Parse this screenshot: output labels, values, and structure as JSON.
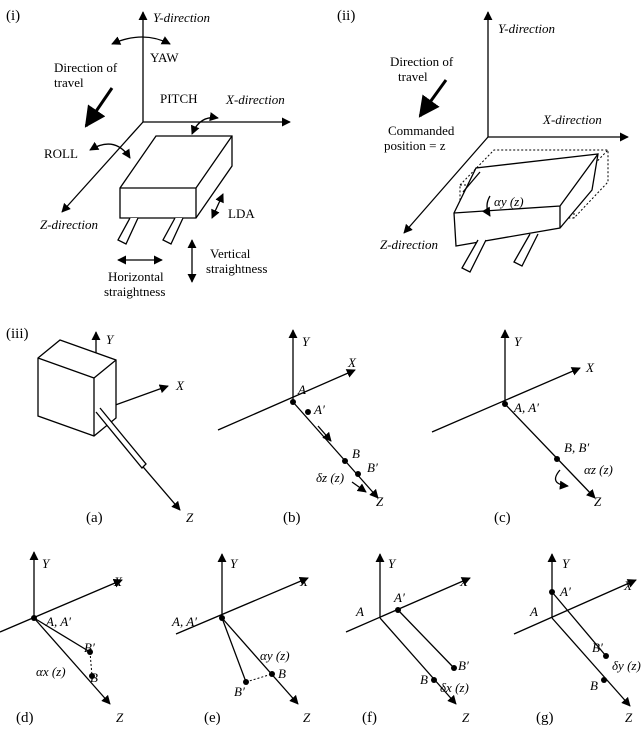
{
  "panel_i": {
    "label": "(i)",
    "y_dir": "Y-direction",
    "yaw": "YAW",
    "travel_1": "Direction of",
    "travel_2": "travel",
    "pitch": "PITCH",
    "x_dir": "X-direction",
    "roll": "ROLL",
    "z_dir": "Z-direction",
    "lda": "LDA",
    "vert_1": "Vertical",
    "vert_2": "straightness",
    "horiz_1": "Horizontal",
    "horiz_2": "straightness"
  },
  "panel_ii": {
    "label": "(ii)",
    "y_dir": "Y-direction",
    "travel_1": "Direction of",
    "travel_2": "travel",
    "x_dir": "X-direction",
    "cmd_1": "Commanded",
    "cmd_2": "position = z",
    "alpha": "αy (z)",
    "z_dir": "Z-direction"
  },
  "panel_iii": {
    "label": "(iii)",
    "Y": "Y",
    "X": "X",
    "Z": "Z",
    "A": "A",
    "B": "B",
    "Ap": "A′",
    "Bp": "B′",
    "AAp": "A, A′",
    "BBp": "B, B′",
    "delta_z": "δz (z)",
    "alpha_z": "αz (z)",
    "alpha_x": "αx (z)",
    "alpha_y": "αy (z)",
    "delta_x": "δx (z)",
    "delta_y": "δy (z)",
    "a": "(a)",
    "b": "(b)",
    "c": "(c)",
    "d": "(d)",
    "e": "(e)",
    "f": "(f)",
    "g": "(g)"
  }
}
